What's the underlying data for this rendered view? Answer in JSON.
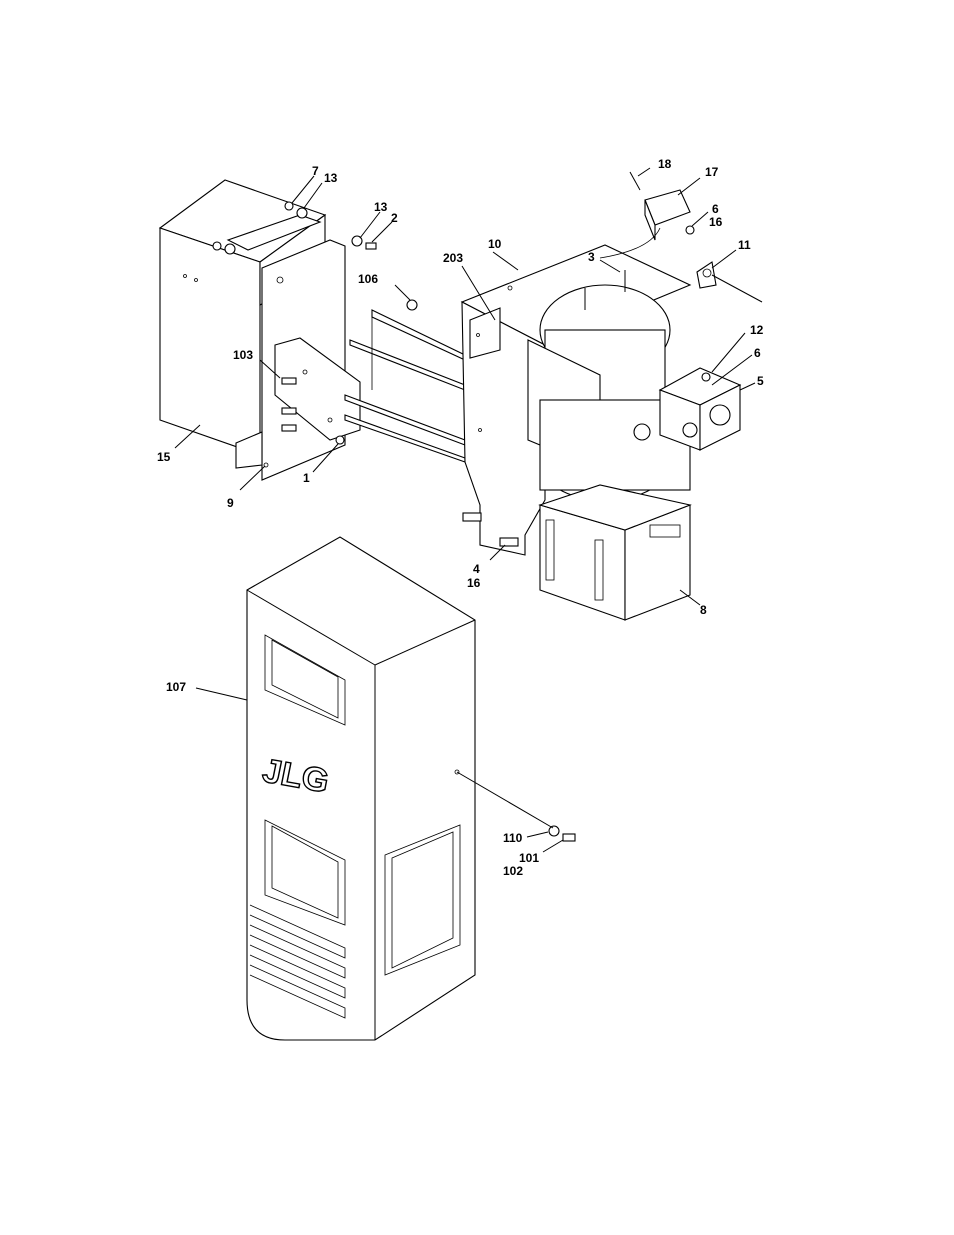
{
  "callouts": {
    "c7": "7",
    "c13a": "13",
    "c13b": "13",
    "c2": "2",
    "c106": "106",
    "c103": "103",
    "c15": "15",
    "c9": "9",
    "c1": "1",
    "c18": "18",
    "c17": "17",
    "c6a": "6",
    "c16a": "16",
    "c10": "10",
    "c203": "203",
    "c3": "3",
    "c11": "11",
    "c12": "12",
    "c6b": "6",
    "c5": "5",
    "c4": "4",
    "c16b": "16",
    "c8": "8",
    "c107": "107",
    "c110": "110",
    "c101": "101",
    "c102": "102"
  },
  "logo": "JLG"
}
